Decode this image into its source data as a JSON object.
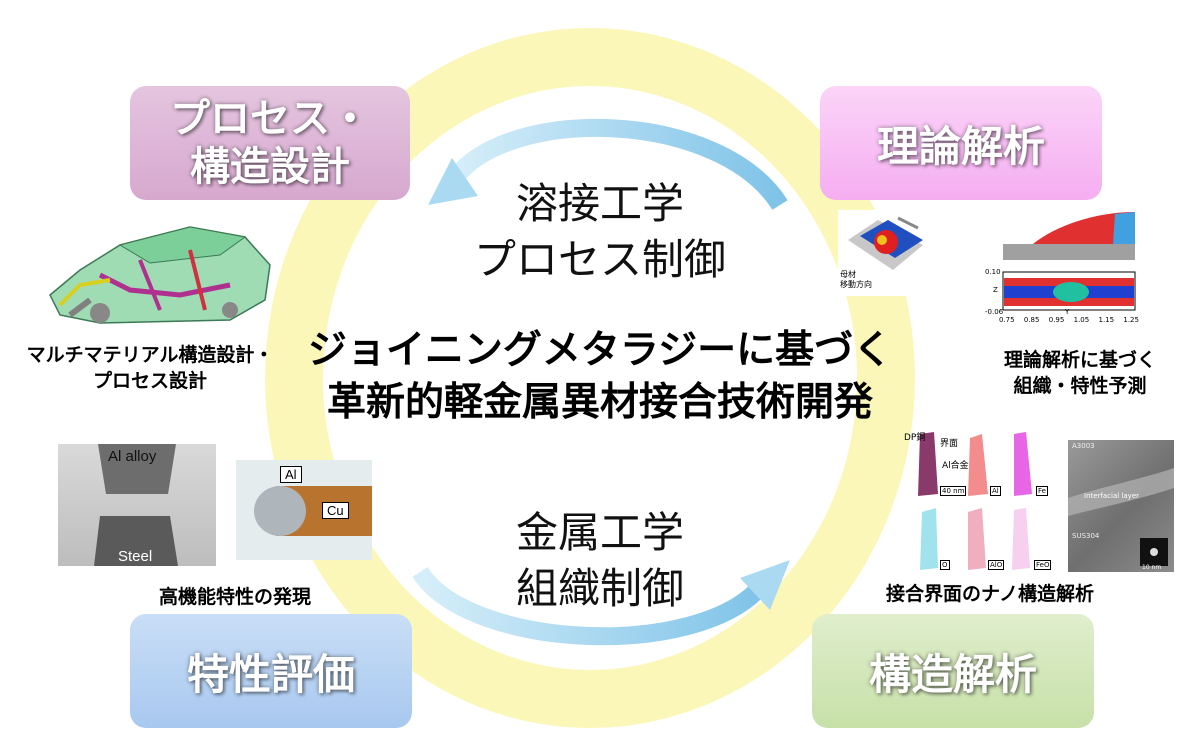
{
  "center": {
    "top_lines": [
      "溶接工学",
      "プロセス制御"
    ],
    "bottom_lines": [
      "金属工学",
      "組織制御"
    ],
    "title_lines": [
      "ジョイニングメタラジーに基づく",
      "革新的軽金属異材接合技術開発"
    ]
  },
  "boxes": {
    "process_lines": [
      "プロセス・",
      "構造設計"
    ],
    "theory": "理論解析",
    "evaluation": "特性評価",
    "structure": "構造解析"
  },
  "captions": {
    "multi_material": [
      "マルチマテリアル構造設計・",
      "プロセス設計"
    ],
    "theory_prediction": [
      "理論解析に基づく",
      "組織・特性予測"
    ],
    "high_performance": "高機能特性の発現",
    "nano_analysis": "接合界面のナノ構造解析"
  },
  "photo_labels": {
    "al_alloy": "Al alloy",
    "steel": "Steel",
    "al": "Al",
    "cu": "Cu"
  },
  "sim": {
    "direction_lines": [
      "母材",
      "移動方向"
    ],
    "z_label": "Z",
    "y_label": "Y",
    "z_ticks": [
      "0.10",
      "-0.06"
    ],
    "y_ticks": [
      "0.75",
      "0.85",
      "0.95",
      "1.05",
      "1.15",
      "1.25"
    ]
  },
  "nano": {
    "label_dp": "DP鋼",
    "label_interface": "界面",
    "label_al_alloy": "Al合金",
    "scale_40": "40 nm",
    "maps": [
      "Al",
      "Fe",
      "O",
      "AlO",
      "FeO"
    ],
    "tem_labels": [
      "A3003",
      "Interfacial layer",
      "SUS304"
    ],
    "scale_10": "10 nm"
  },
  "colors": {
    "ring": "#fbf7b8",
    "arrow": "#a9daf2",
    "process_box": "#d7a8cf",
    "theory_box": "#f5aef1",
    "evaluation_box": "#a8c8ef",
    "structure_box": "#c7e0a8"
  }
}
